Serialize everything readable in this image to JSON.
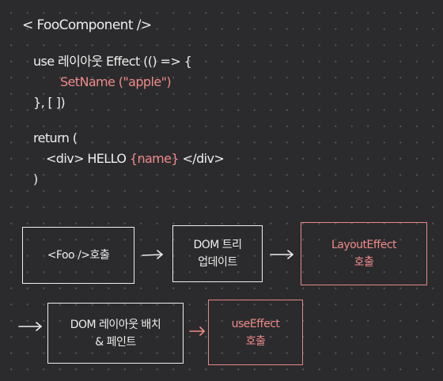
{
  "code": {
    "component_tag": "< FooComponent />",
    "effect_line_prefix": "use 레이아웃 Effect (() => {",
    "set_name_line": "SetName (\"apple\")",
    "effect_close": "}, [ ])",
    "return_open": "return (",
    "div_open": "<div> HELLO ",
    "name_expr": "{name}",
    "div_close": " </div>",
    "return_close": ")"
  },
  "flow": {
    "step1": {
      "lines": [
        "<Foo />호출"
      ]
    },
    "step2": {
      "lines": [
        "DOM 트리",
        "업데이트"
      ]
    },
    "step3": {
      "lines": [
        "LayoutEffect",
        "호출"
      ]
    },
    "step4": {
      "lines": [
        "DOM 레이아웃 배치",
        "& 페인트"
      ]
    },
    "step5": {
      "lines": [
        "useEffect",
        "호출"
      ]
    }
  },
  "colors": {
    "background": "#2b2b2d",
    "ink": "#eeeeee",
    "highlight": "#f08a8a"
  }
}
